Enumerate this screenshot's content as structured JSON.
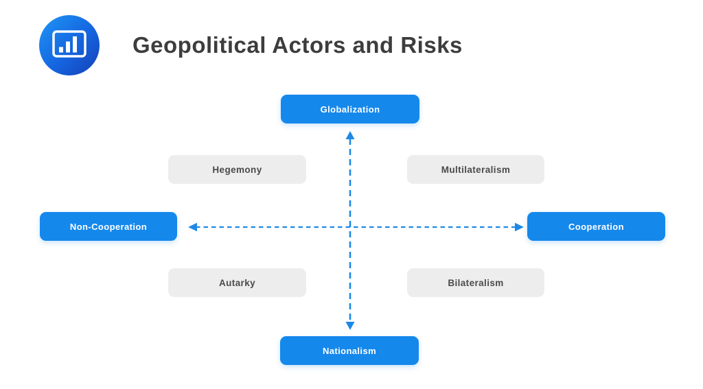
{
  "header": {
    "title": "Geopolitical Actors and Risks",
    "logo": {
      "icon": "bar-chart-icon",
      "bg_gradient": [
        "#1E96F5",
        "#1540B5"
      ]
    }
  },
  "diagram": {
    "type": "quadrant-axes",
    "axes": {
      "vertical": {
        "top": "Globalization",
        "bottom": "Nationalism"
      },
      "horizontal": {
        "left": "Non-Cooperation",
        "right": "Cooperation"
      }
    },
    "quadrants": {
      "top_left": "Hegemony",
      "top_right": "Multilateralism",
      "bottom_left": "Autarky",
      "bottom_right": "Bilateralism"
    },
    "colors": {
      "endpoint_bg": "#1588EC",
      "endpoint_text": "#FFFFFF",
      "quadrant_bg": "#EDEDED",
      "quadrant_text": "#4A4A4A",
      "arrow": "#1E88E5",
      "title_text": "#3D3D3D"
    }
  }
}
